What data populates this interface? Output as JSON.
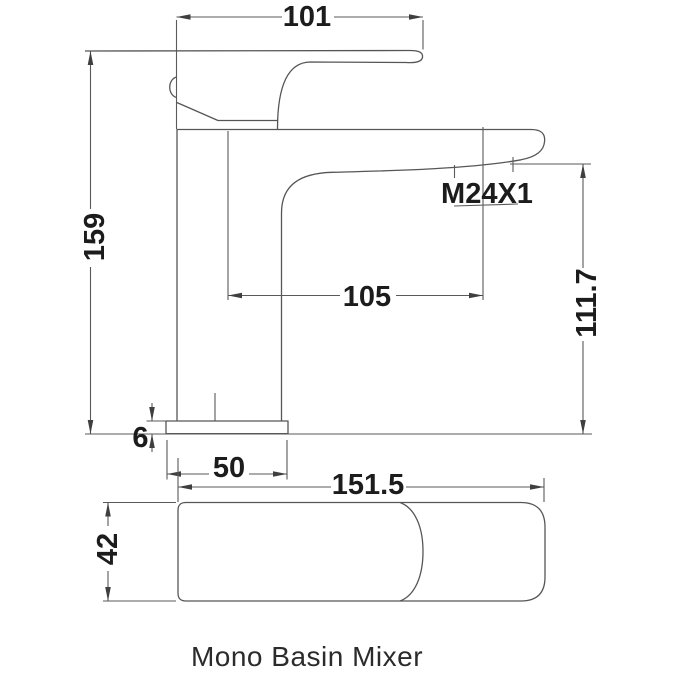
{
  "caption": "Mono Basin Mixer",
  "colors": {
    "line": "#565656",
    "text": "#1c1c1c",
    "background": "#ffffff"
  },
  "dims": {
    "handle_length": "101",
    "overall_height": "159",
    "spout_projection": "105",
    "aerator_thread": "M24X1",
    "outlet_height": "111.7",
    "base_thickness": "6",
    "base_width": "50",
    "plan_length": "151.5",
    "plan_width": "42"
  }
}
